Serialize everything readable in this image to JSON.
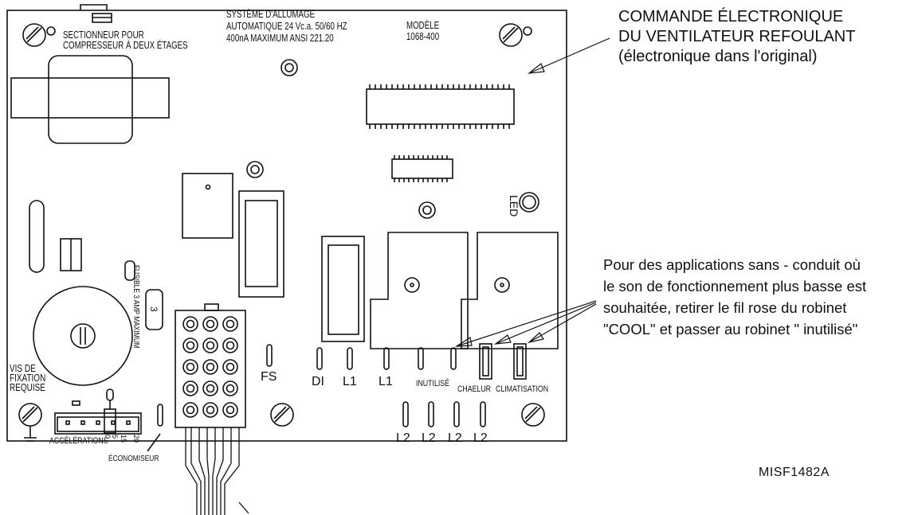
{
  "board": {
    "isolation_label": [
      "SECTIONNEUR POUR",
      "COMPRESSEUR À DEUX ÉTAGES"
    ],
    "ignition_label": [
      "SYSTÈME D'ALLUMAGE",
      "AUTOMATIQUE 24 Vc.a. 50/60 HZ",
      "400nA MAXIMUM ANSI 221.20"
    ],
    "model_label": [
      "MODÈLE",
      "1068-400"
    ],
    "led_label": "LED",
    "fuse_label": "FUSIBLE 3 AMP MAXIMUM",
    "fuse_value": "3",
    "fs_label": "FS",
    "di_label": "DI",
    "l1_labels": [
      "L1",
      "L1"
    ],
    "unused_label": "INUTILISÉ",
    "heat_label": "CHAELUR",
    "cool_label": "CLIMATISATION",
    "l2_labels": [
      "L2",
      "L2",
      "L2",
      "L2"
    ],
    "screw_label": [
      "VIS DE",
      "FIXATION",
      "REQUISE"
    ],
    "accel_label": "ACCÉLÉRATIONS",
    "accel_steps": [
      "0",
      "5",
      "15",
      "20"
    ],
    "economizer_label": "ÉCONOMISEUR"
  },
  "callouts": {
    "title_lines": [
      "COMMANDE ÉLECTRONIQUE",
      "DU VENTILATEUR REFOULANT",
      "(électronique dans l'original)"
    ],
    "note_lines": [
      "Pour des applications sans - conduit où",
      "le son de fonctionnement plus basse est",
      "souhaitée, retirer le fil rose du robinet",
      "\"COOL\" et passer au robinet \" inutilisé\""
    ]
  },
  "reference_code": "MISF1482A"
}
